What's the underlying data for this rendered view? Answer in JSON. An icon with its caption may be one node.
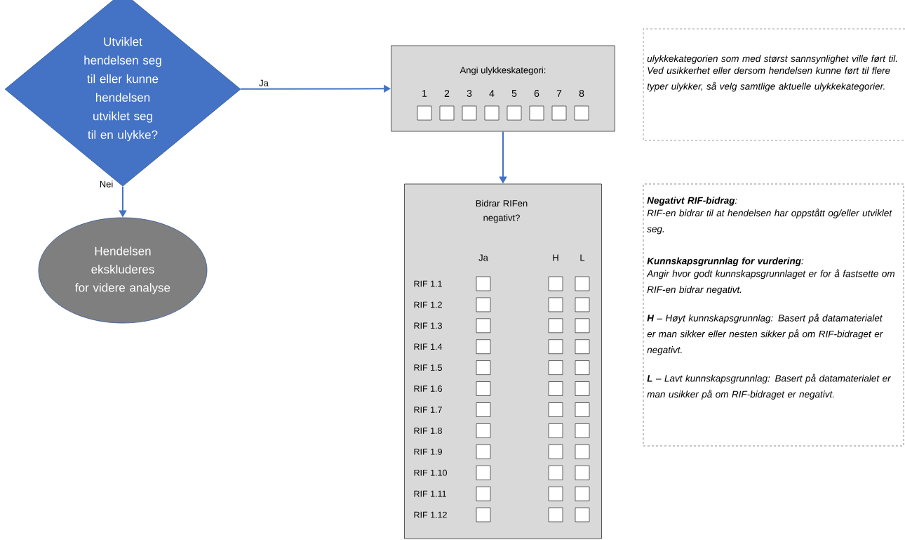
{
  "diagram": {
    "nodes": [
      {
        "text": [
          "Utviklet hendelsen seg til eller kunne hendelsen utviklet seg til en ulykke?"
        ]
      },
      {
        "text": [
          "Hendelsen ekskluderes for videre analyse"
        ]
      },
      {
        "text": [
          "Angi ulykkeskategori:",
          "1",
          "2",
          "3",
          "4",
          "5",
          "6",
          "7",
          "8"
        ]
      },
      {
        "text": [
          "Bidrar RIFen negativt?",
          "Ja",
          "H",
          "L",
          "RIF 1.1",
          "RIF 1.2",
          "RIF 1.3",
          "RIF 1.4",
          "RIF 1.5",
          "RIF 1.6",
          "RIF 1.7",
          "RIF 1.8",
          "RIF 1.9",
          "RIF 1.10",
          "RIF 1.11",
          "RIF 1.12"
        ]
      },
      {
        "text": [
          "ulykkekategorien som med størst sannsynlighet ville ført til.",
          "Ved usikkerhet eller dersom hendelsen kunne ført til flere typer ulykker, så velg samtlige aktuelle ulykkekategorier."
        ]
      },
      {
        "text": [
          "**Negativt RIF-bidrag**:",
          "RIF-en bidrar til at hendelsen har oppstått og/eller utviklet seg.",
          "**Kunnskapsgrunnlag for vurdering**:",
          "Angir hvor godt kunnskapsgrunnlaget er for å fastsette om RIF-en bidrar negativt.",
          "**H** – Høyt kunnskapsgrunnlag: Basert på datamaterialet er man sikker eller nesten sikker på om RIF-bidraget er negativt.",
          "**L** – Lavt kunnskapsgrunnlag: Basert på datamaterialet er man usikker på om RIF-bidraget er negativt."
        ]
      }
    ],
    "edges": [
      {
        "from": 0,
        "to": 2,
        "arrow": "to",
        "label": "Ja"
      },
      {
        "from": 0,
        "to": 1,
        "arrow": "to",
        "label": "Nei"
      },
      {
        "from": 2,
        "to": 3,
        "arrow": "to"
      }
    ]
  }
}
